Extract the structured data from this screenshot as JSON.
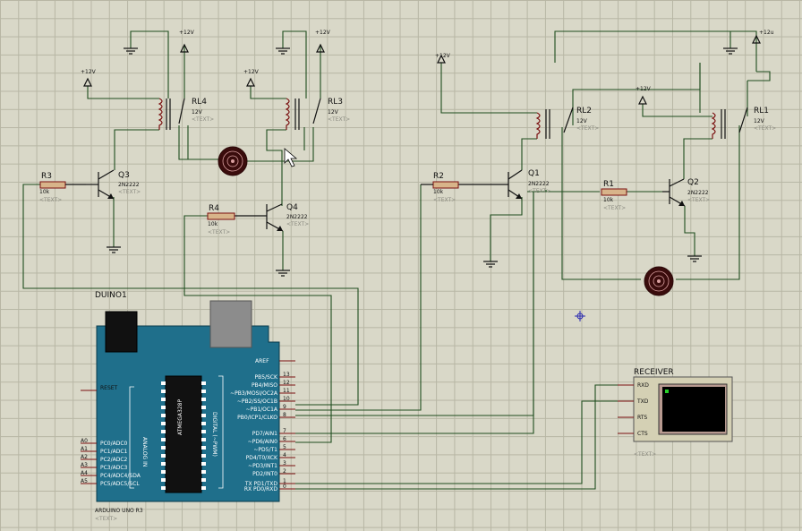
{
  "relays": [
    {
      "ref": "RL4",
      "value": "12V",
      "text": "<TEXT>"
    },
    {
      "ref": "RL3",
      "value": "12V",
      "text": "<TEXT>"
    },
    {
      "ref": "RL2",
      "value": "12V",
      "text": "<TEXT>"
    },
    {
      "ref": "RL1",
      "value": "12V",
      "text": "<TEXT>"
    }
  ],
  "transistors": [
    {
      "ref": "Q3",
      "value": "2N2222",
      "text": "<TEXT>"
    },
    {
      "ref": "Q4",
      "value": "2N2222",
      "text": "<TEXT>"
    },
    {
      "ref": "Q1",
      "value": "2N2222",
      "text": "<TEXT>"
    },
    {
      "ref": "Q2",
      "value": "2N2222",
      "text": "<TEXT>"
    }
  ],
  "resistors": [
    {
      "ref": "R3",
      "value": "10k",
      "text": "<TEXT>"
    },
    {
      "ref": "R4",
      "value": "10k",
      "text": "<TEXT>"
    },
    {
      "ref": "R2",
      "value": "10k",
      "text": "<TEXT>"
    },
    {
      "ref": "R1",
      "value": "10k",
      "text": "<TEXT>"
    }
  ],
  "power_label": "+12V",
  "power_label_alt": "+12u",
  "arduino": {
    "ref": "DUINO1",
    "model": "ARDUINO UNO R3",
    "text": "<TEXT>",
    "section_analog": "ANALOG IN",
    "section_digital": "DIGITAL (~PWM)",
    "chip_text": "ATMEGA328P",
    "left_pins": [
      {
        "ext": "RESET",
        "int": ""
      },
      {
        "ext": "A0",
        "int": "PC0/ADC0"
      },
      {
        "ext": "A1",
        "int": "PC1/ADC1"
      },
      {
        "ext": "A2",
        "int": "PC2/ADC2"
      },
      {
        "ext": "A3",
        "int": "PC3/ADC3"
      },
      {
        "ext": "A4",
        "int": "PC4/ADC4/SDA"
      },
      {
        "ext": "A5",
        "int": "PC5/ADC5/SCL"
      }
    ],
    "aref": "AREF",
    "right_pins": [
      {
        "num": "13",
        "name": "PB5/SCK"
      },
      {
        "num": "12",
        "name": "PB4/MISO"
      },
      {
        "num": "11",
        "name": "~PB3/MOSI/OC2A"
      },
      {
        "num": "10",
        "name": "~PB2/SS/OC1B"
      },
      {
        "num": "9",
        "name": "~PB1/OC1A"
      },
      {
        "num": "8",
        "name": "PB0/ICP1/CLKO"
      },
      {
        "num": "7",
        "name": "PD7/AIN1"
      },
      {
        "num": "6",
        "name": "~PD6/AIN0"
      },
      {
        "num": "5",
        "name": "~PD5/T1"
      },
      {
        "num": "4",
        "name": "PD4/T0/XCK"
      },
      {
        "num": "3",
        "name": "~PD3/INT1"
      },
      {
        "num": "2",
        "name": "PD2/INT0"
      },
      {
        "num": "1",
        "name": "TX PD1/TXD"
      },
      {
        "num": "0",
        "name": "RX PD0/RXD"
      }
    ]
  },
  "receiver": {
    "ref": "RECEIVER",
    "text": "<TEXT>",
    "pins": [
      "RXD",
      "TXD",
      "RTS",
      "CTS"
    ]
  },
  "colors": {
    "board": "#1f6f8b",
    "wire": "#1e4d1e",
    "component": "#7a1010",
    "grid": "#b7b6a4",
    "background": "#d9d8c8"
  }
}
